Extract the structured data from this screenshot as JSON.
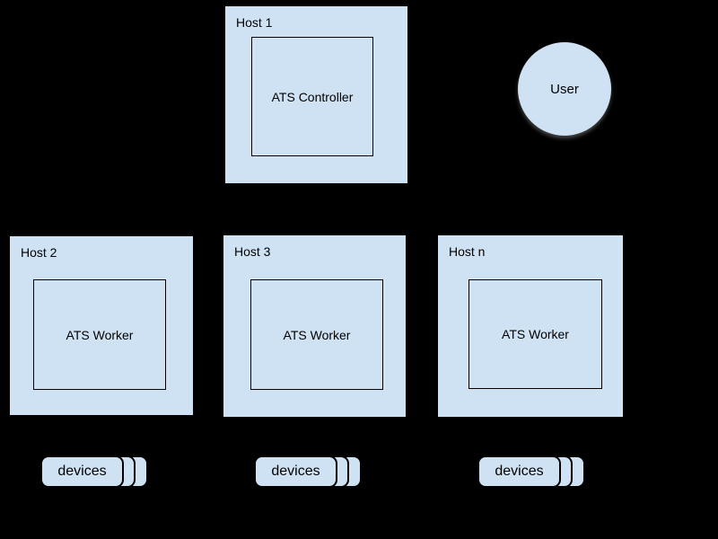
{
  "colors": {
    "background": "#000000",
    "shape_fill": "#cfe2f3",
    "shape_border": "#000000",
    "text": "#000000"
  },
  "diagram": {
    "hosts": [
      {
        "label": "Host 1",
        "component": "ATS Controller"
      },
      {
        "label": "Host 2",
        "component": "ATS Worker"
      },
      {
        "label": "Host 3",
        "component": "ATS Worker"
      },
      {
        "label": "Host n",
        "component": "ATS Worker"
      }
    ],
    "user": {
      "label": "User"
    },
    "devices": [
      {
        "label": "devices"
      },
      {
        "label": "devices"
      },
      {
        "label": "devices"
      }
    ]
  }
}
